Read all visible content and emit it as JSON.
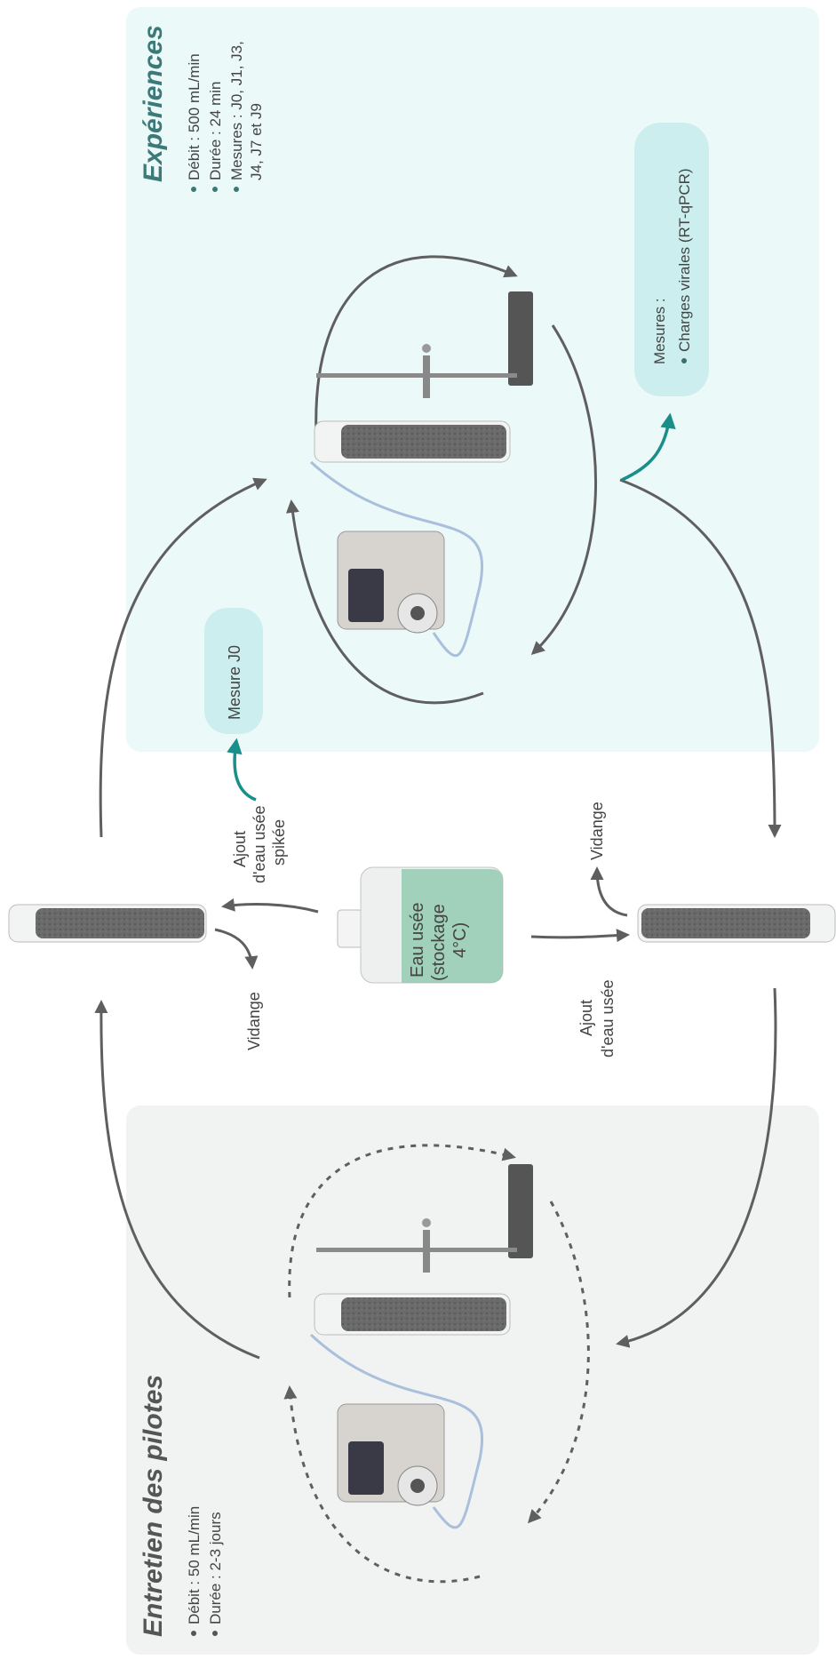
{
  "panels": {
    "experiences": {
      "title": "Expériences",
      "bullets": [
        "Débit : 500 mL/min",
        "Durée : 24 min",
        "Mesures : J0, J1, J3,",
        "J4, J7 et J9"
      ],
      "measure_box": {
        "title": "Mesures :",
        "bullet": "Charges virales (RT-qPCR)"
      },
      "j0_box": "Mesure J0",
      "colors": {
        "bg": "#ecf9f9",
        "box": "#cdeeee",
        "title": "#3c7a7a"
      }
    },
    "maintenance": {
      "title": "Entretien des pilotes",
      "bullets": [
        "Débit : 50 mL/min",
        "Durée : 2-3 jours"
      ],
      "colors": {
        "bg": "#f1f3f3",
        "title": "#555555"
      }
    }
  },
  "center": {
    "tank_lines": [
      "Eau usée",
      "(stockage",
      "4°C)"
    ],
    "left_add": [
      "Ajout",
      "d'eau usée",
      "spikée"
    ],
    "left_drain": "Vidange",
    "right_add": [
      "Ajout",
      "d'eau usée"
    ],
    "right_drain": "Vidange"
  },
  "colors": {
    "arrow": "#5f5f5f",
    "teal_arrow": "#1a8f8a",
    "column": "#666666",
    "tank_fill": "#8dc9ac"
  }
}
